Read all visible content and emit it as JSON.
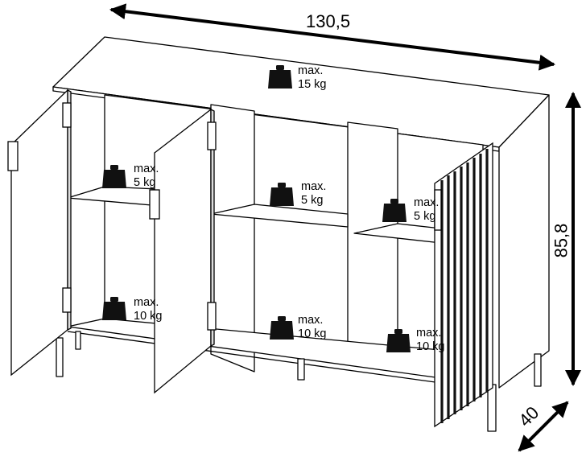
{
  "dimensions": {
    "width": "130,5",
    "height": "85,8",
    "depth": "40"
  },
  "loads": {
    "top": {
      "line1": "max.",
      "line2": "15 kg"
    },
    "left_upper": {
      "line1": "max.",
      "line2": "5 kg"
    },
    "left_lower": {
      "line1": "max.",
      "line2": "10 kg"
    },
    "middle_upper": {
      "line1": "max.",
      "line2": "5 kg"
    },
    "middle_lower": {
      "line1": "max.",
      "line2": "10 kg"
    },
    "right_upper": {
      "line1": "max.",
      "line2": "5 kg"
    },
    "right_lower": {
      "line1": "max.",
      "line2": "10 kg"
    }
  }
}
